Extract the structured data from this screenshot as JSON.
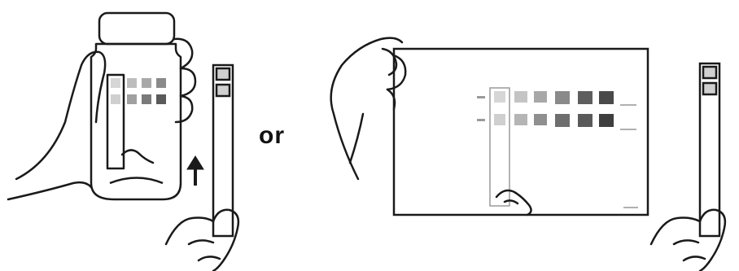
{
  "instruction": {
    "separator_text": "or"
  },
  "colors": {
    "line": "#1a1a1a",
    "swatch_light": "#d6d6d6",
    "swatch_mid": "#a8a8a8",
    "swatch_dark": "#6e6e6e",
    "swatch_darkest": "#4a4a4a"
  },
  "icons": {
    "hand_left": "hand-holding-bottle",
    "hand_right": "hand-holding-strip",
    "hand_card": "hand-holding-card",
    "arrow": "up-arrow"
  }
}
